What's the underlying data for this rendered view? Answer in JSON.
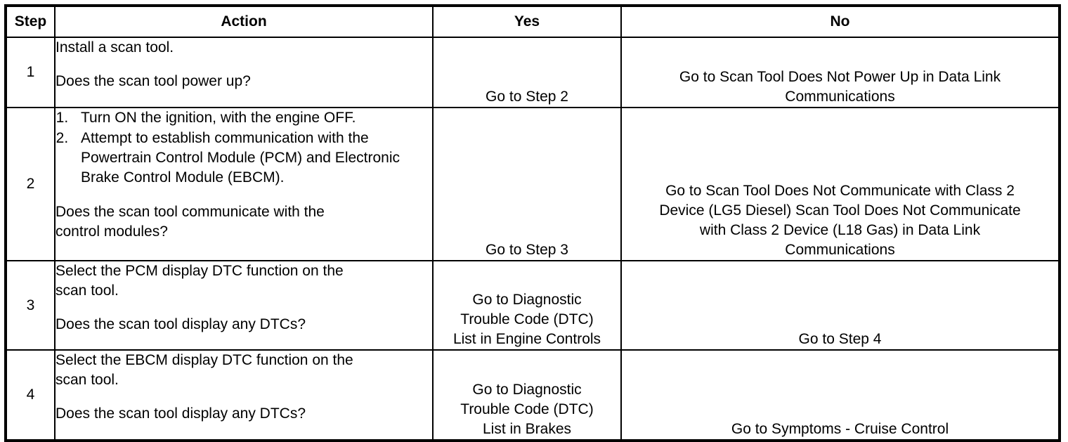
{
  "document": {
    "type": "diagnostic-system-check-table",
    "columns": [
      "Step",
      "Action",
      "Yes",
      "No"
    ]
  },
  "table": {
    "headers": {
      "step": "Step",
      "action": "Action",
      "yes": "Yes",
      "no": "No"
    },
    "rows": [
      {
        "step": "1",
        "action_intro": "Install a scan tool.",
        "action_steps": [],
        "action_question": "Does the scan tool power up?",
        "yes": "Go to Step 2",
        "no": "Go to Scan Tool Does Not Power Up in Data Link\nCommunications"
      },
      {
        "step": "2",
        "action_intro": "",
        "action_steps": [
          "Turn ON the ignition, with the engine OFF.",
          "Attempt to establish communication with the Powertrain Control Module (PCM) and Electronic Brake Control Module (EBCM)."
        ],
        "action_question": "Does the scan tool communicate with the\ncontrol modules?",
        "yes": "Go to Step 3",
        "no": "Go to Scan Tool Does Not Communicate with Class 2\nDevice (LG5 Diesel) Scan Tool Does Not Communicate\nwith Class 2 Device (L18 Gas) in Data Link\nCommunications"
      },
      {
        "step": "3",
        "action_intro": "Select the PCM display DTC function on the\nscan tool.",
        "action_steps": [],
        "action_question": "Does the scan tool display any DTCs?",
        "yes": "Go to Diagnostic\nTrouble Code (DTC)\nList in Engine Controls",
        "no": "Go to Step 4"
      },
      {
        "step": "4",
        "action_intro": "Select the EBCM display DTC function on the\nscan tool.",
        "action_steps": [],
        "action_question": "Does the scan tool display any DTCs?",
        "yes": "Go to Diagnostic\nTrouble Code (DTC)\nList in Brakes",
        "no": "Go to Symptoms - Cruise Control"
      }
    ]
  },
  "colors": {
    "background": "#ffffff",
    "text": "#000000",
    "border": "#000000"
  }
}
